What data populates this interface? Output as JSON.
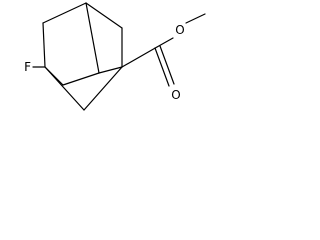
{
  "molecule": {
    "atom_labels": {
      "fluorine": "F",
      "ester_oxygen": "O",
      "carbonyl_oxygen": "O"
    },
    "line_color": "#000000"
  }
}
